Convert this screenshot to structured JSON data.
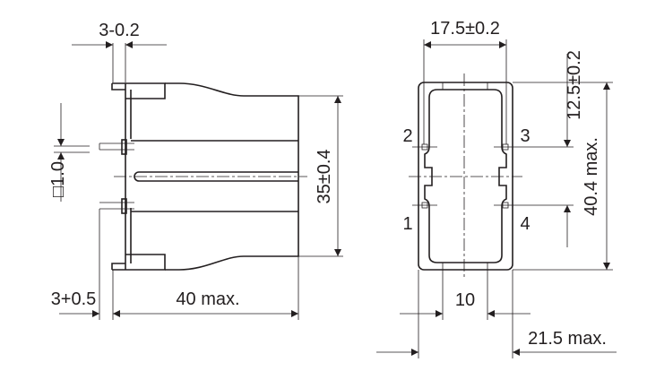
{
  "side_view": {
    "dim_plate": "3-0.2",
    "dim_pin": "□1.0",
    "dim_height": "35±0.4",
    "dim_length": "40 max.",
    "dim_pin_len": "3+0.5"
  },
  "bottom_view": {
    "dim_pin_spacing_x": "17.5±0.2",
    "dim_pin_spacing_y": "12.5±0.2",
    "dim_height": "40.4 max.",
    "dim_center": "10",
    "dim_width": "21.5 max.",
    "pins": [
      "1",
      "2",
      "3",
      "4"
    ]
  }
}
